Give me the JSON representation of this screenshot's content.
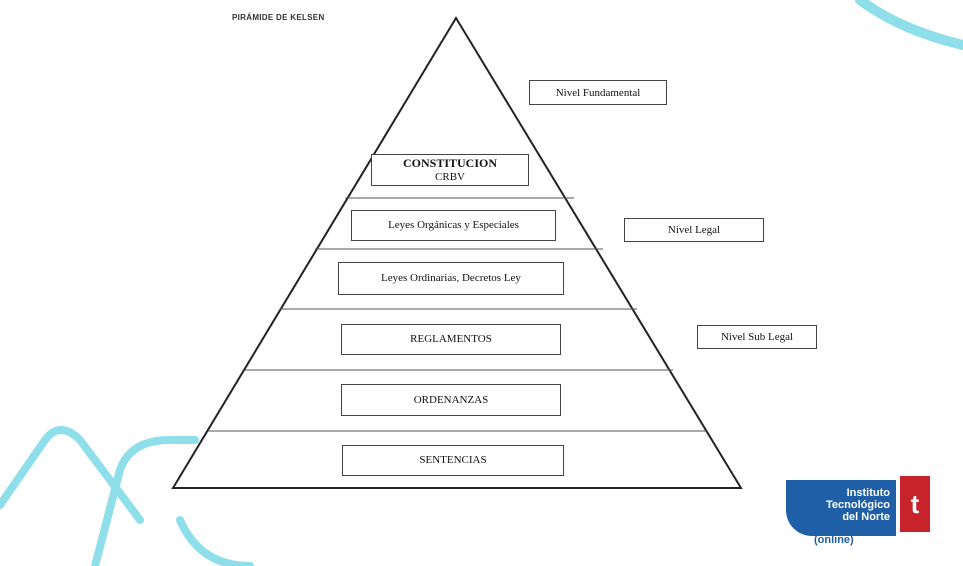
{
  "title": "PIRÁMIDE DE KELSEN",
  "levels": [
    {
      "label": "CONSTITUCION",
      "sub": "CRBV"
    },
    {
      "label": "Leyes Orgánicas y  Especiales"
    },
    {
      "label": "Leyes Ordinarias, Decretos Ley"
    },
    {
      "label": "REGLAMENTOS"
    },
    {
      "label": "ORDENANZAS"
    },
    {
      "label": "SENTENCIAS"
    }
  ],
  "side_labels": {
    "fundamental": "Nivel  Fundamental",
    "legal": "Nivel  Legal",
    "sublegal": "Nivel  Sub Legal"
  },
  "logo": {
    "line1": "Instituto",
    "line2": "Tecnológico",
    "line3": "del Norte",
    "online": "(online)",
    "mark": "t"
  },
  "colors": {
    "accent_cyan": "#5fd0e0",
    "logo_blue": "#1f5fa8",
    "logo_red": "#c8222a"
  }
}
